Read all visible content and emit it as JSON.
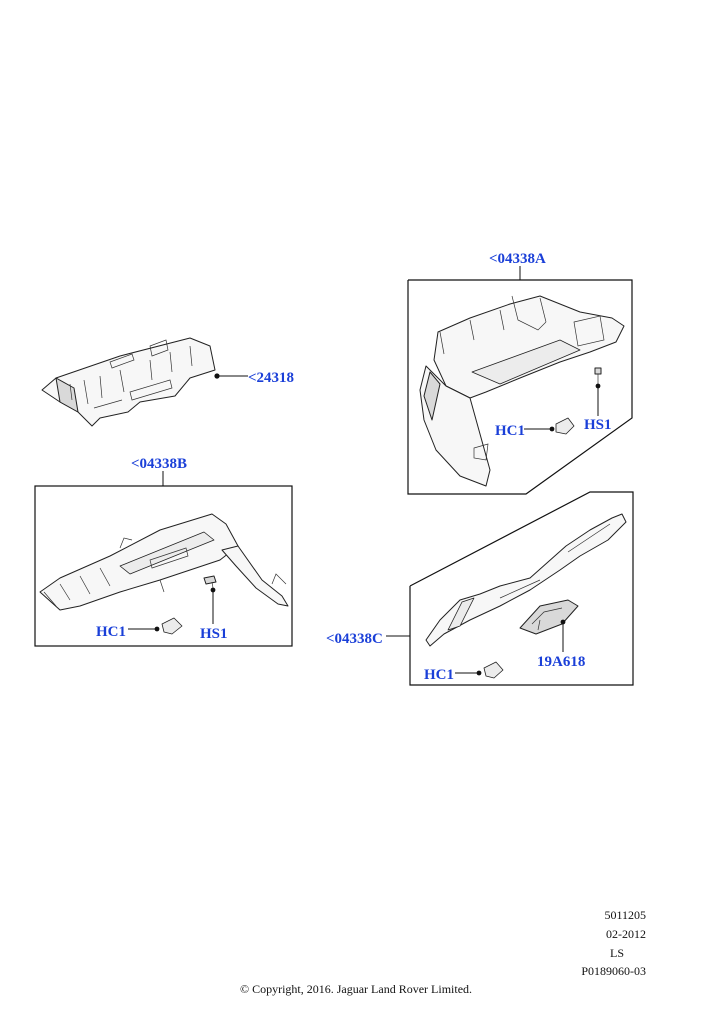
{
  "callouts": {
    "c24318": "<24318",
    "c04338A": "<04338A",
    "c04338B": "<04338B",
    "c04338C": "<04338C",
    "hc1_a": "HC1",
    "hs1_a": "HS1",
    "hc1_b": "HC1",
    "hs1_b": "HS1",
    "hc1_c": "HC1",
    "c19A618": "19A618"
  },
  "meta": {
    "line1": "5011205",
    "line2": "02-2012",
    "line3": "LS",
    "line4": "P0189060-03"
  },
  "copyright": "© Copyright, 2016. Jaguar Land Rover Limited.",
  "colors": {
    "callout": "#1a3fd8",
    "line": "#111111"
  }
}
